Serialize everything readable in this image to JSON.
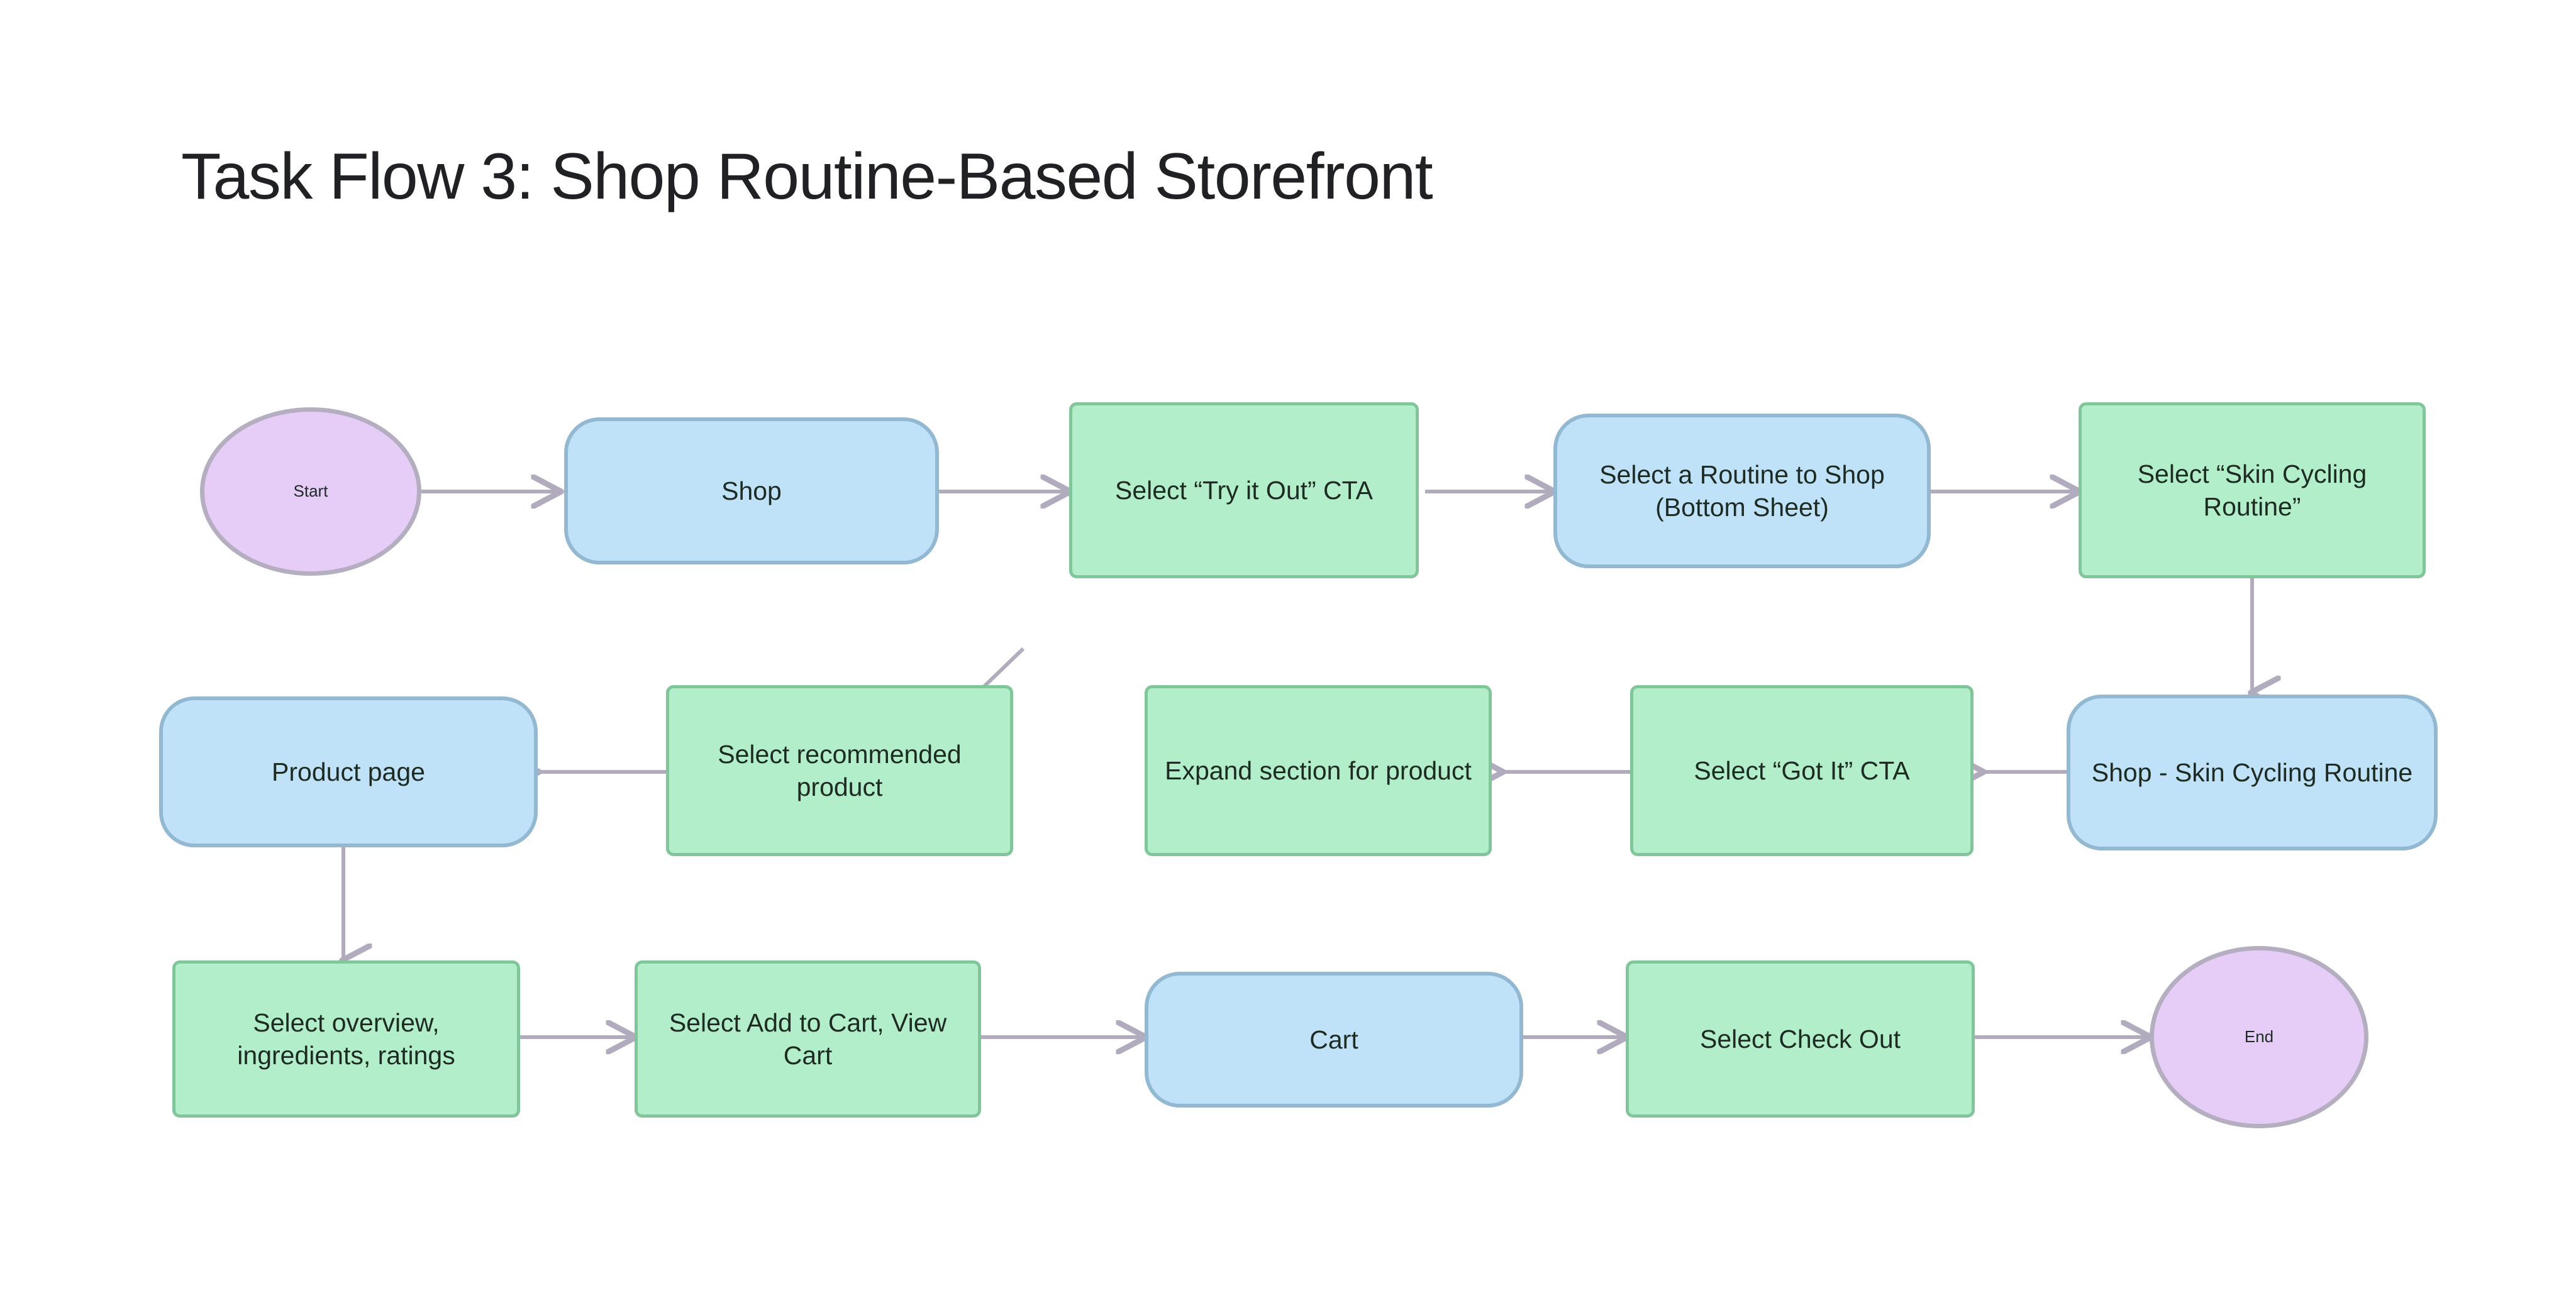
{
  "page": {
    "title": "Task Flow 3: Shop Routine-Based Storefront",
    "background_color": "#ffffff"
  },
  "palette": {
    "terminator_fill": "#e6cdf8",
    "terminator_border": "#b4aec0",
    "screen_fill": "#bfe2f9",
    "screen_border": "#93b8d2",
    "action_fill": "#b2eec9",
    "action_border": "#80c69a",
    "edge_color": "#b1abbd",
    "text_color": "#1d2b23",
    "title_color": "#202124"
  },
  "chart_data": {
    "type": "diagram",
    "title": "Task Flow 3: Shop Routine-Based Storefront",
    "node_kinds": {
      "purple": "terminator",
      "blue": "screen",
      "green": "action"
    },
    "nodes": [
      {
        "id": "start",
        "label": "Start",
        "kind": "purple",
        "row": 1
      },
      {
        "id": "shop",
        "label": "Shop",
        "kind": "blue",
        "row": 1
      },
      {
        "id": "try-it-out",
        "label": "Select “Try it Out” CTA",
        "kind": "green",
        "row": 1
      },
      {
        "id": "routine-sheet",
        "label": "Select a Routine to Shop (Bottom Sheet)",
        "kind": "blue",
        "row": 1
      },
      {
        "id": "skin-cycling",
        "label": "Select “Skin Cycling Routine”",
        "kind": "green",
        "row": 1
      },
      {
        "id": "shop-skin-cycling",
        "label": "Shop - Skin Cycling Routine",
        "kind": "blue",
        "row": 2
      },
      {
        "id": "got-it",
        "label": "Select “Got It” CTA",
        "kind": "green",
        "row": 2
      },
      {
        "id": "expand-section",
        "label": "Expand section for product",
        "kind": "green",
        "row": 2
      },
      {
        "id": "recommended",
        "label": "Select recommended product",
        "kind": "green",
        "row": 2
      },
      {
        "id": "product-page",
        "label": "Product page",
        "kind": "blue",
        "row": 2
      },
      {
        "id": "overview",
        "label": "Select overview, ingredients, ratings",
        "kind": "green",
        "row": 3
      },
      {
        "id": "add-to-cart",
        "label": "Select Add to Cart, View Cart",
        "kind": "green",
        "row": 3
      },
      {
        "id": "cart",
        "label": "Cart",
        "kind": "blue",
        "row": 3
      },
      {
        "id": "check-out",
        "label": "Select Check Out",
        "kind": "green",
        "row": 3
      },
      {
        "id": "end",
        "label": "End",
        "kind": "purple",
        "row": 3
      }
    ],
    "edges": [
      {
        "from": "start",
        "to": "shop",
        "direction": "right"
      },
      {
        "from": "shop",
        "to": "try-it-out",
        "direction": "right"
      },
      {
        "from": "try-it-out",
        "to": "routine-sheet",
        "direction": "right"
      },
      {
        "from": "routine-sheet",
        "to": "skin-cycling",
        "direction": "right"
      },
      {
        "from": "skin-cycling",
        "to": "shop-skin-cycling",
        "direction": "down"
      },
      {
        "from": "shop-skin-cycling",
        "to": "got-it",
        "direction": "left"
      },
      {
        "from": "got-it",
        "to": "expand-section",
        "direction": "left"
      },
      {
        "from": "expand-section",
        "to": "recommended",
        "direction": "left"
      },
      {
        "from": "recommended",
        "to": "product-page",
        "direction": "left"
      },
      {
        "from": "product-page",
        "to": "overview",
        "direction": "down"
      },
      {
        "from": "overview",
        "to": "add-to-cart",
        "direction": "right"
      },
      {
        "from": "add-to-cart",
        "to": "cart",
        "direction": "right"
      },
      {
        "from": "cart",
        "to": "check-out",
        "direction": "right"
      },
      {
        "from": "check-out",
        "to": "end",
        "direction": "right"
      }
    ]
  }
}
